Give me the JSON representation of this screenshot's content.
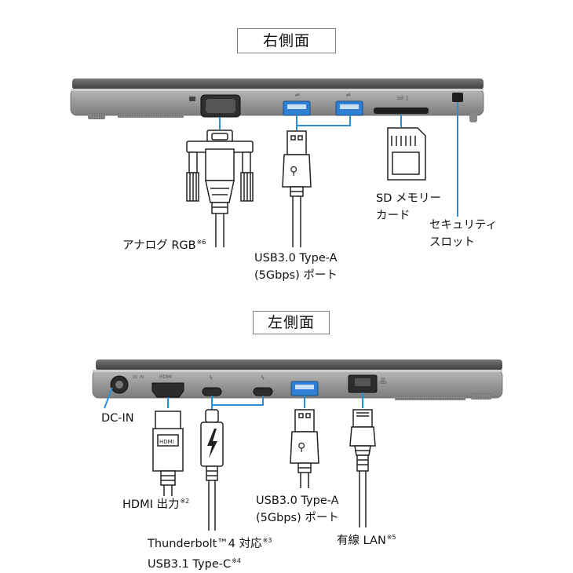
{
  "right_side": {
    "title": "右側面",
    "labels": {
      "vga": {
        "text": "アナログ RGB",
        "note": "※6"
      },
      "usb_line1": "USB3.0 Type-A",
      "usb_line2": "(5Gbps) ポート",
      "sd_line1": "SD メモリー",
      "sd_line2": "カード",
      "security_line1": "セキュリティ",
      "security_line2": "スロット"
    }
  },
  "left_side": {
    "title": "左側面",
    "labels": {
      "dcin": "DC-IN",
      "hdmi": {
        "text": "HDMI 出力",
        "note": "※2"
      },
      "usb_line1": "USB3.0 Type-A",
      "usb_line2": "(5Gbps) ポート",
      "tb_line1": {
        "text": "Thunderbolt™4 対応",
        "note": "※3"
      },
      "tb_line2": {
        "text": "USB3.1 Type-C",
        "note": "※4"
      },
      "lan": {
        "text": "有線 LAN",
        "note": "※5"
      }
    }
  },
  "colors": {
    "callout_line": "#2a8fd6",
    "usb_port": "#2f7fd4",
    "chassis": "#8a8a8a",
    "chassis_dark": "#4a4a4a"
  },
  "icons": [
    "vga-connector-icon",
    "usb-a-plug-icon",
    "sd-card-icon",
    "hdmi-plug-icon",
    "thunderbolt-plug-icon",
    "lan-rj45-plug-icon",
    "dc-in-jack-icon"
  ]
}
